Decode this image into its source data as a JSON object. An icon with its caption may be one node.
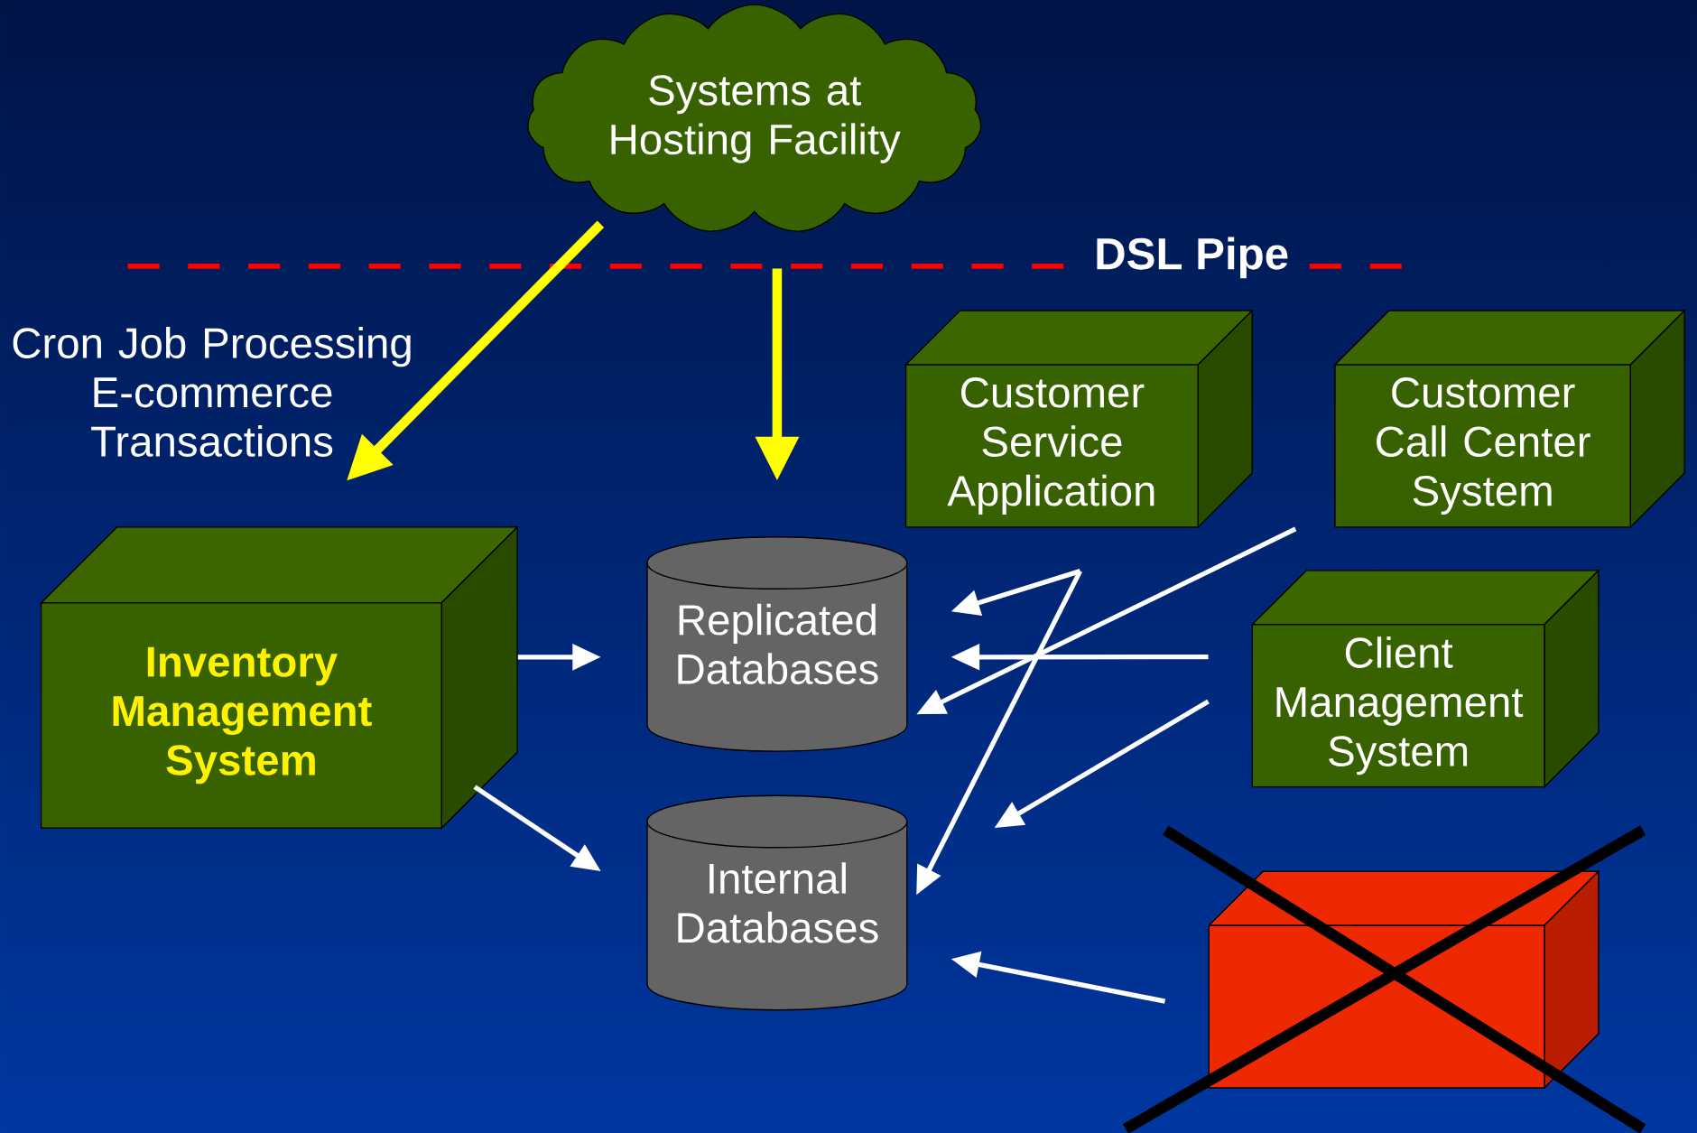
{
  "diagram": {
    "nodes": [
      {
        "text": [
          "Systems at Hosting Facility"
        ]
      },
      {
        "text": [
          "Inventory Management System"
        ]
      },
      {
        "text": [
          "Replicated Databases"
        ]
      },
      {
        "text": [
          "Internal Databases"
        ]
      },
      {
        "text": [
          "Customer Service Application"
        ]
      },
      {
        "text": [
          "Customer Call Center System"
        ]
      },
      {
        "text": [
          "Client Management System"
        ]
      },
      {
        "text": [],
        "shape": "box"
      }
    ],
    "edges": [
      {
        "from": 0,
        "to": 1,
        "arrow": "to",
        "label": "Cron Job Processing E-commerce Transactions",
        "style": "thick",
        "color": "#ffff00"
      },
      {
        "from": 0,
        "to": 2,
        "arrow": "to",
        "style": "thick",
        "color": "#ffff00"
      },
      {
        "from": 1,
        "to": 2,
        "arrow": "to"
      },
      {
        "from": 1,
        "to": 3,
        "arrow": "to"
      },
      {
        "from": 4,
        "to": 2,
        "arrow": "to"
      },
      {
        "from": 4,
        "to": 3,
        "arrow": "to"
      },
      {
        "from": 5,
        "to": 2,
        "arrow": "to"
      },
      {
        "from": 6,
        "to": 2,
        "arrow": "to"
      },
      {
        "from": 6,
        "to": 3,
        "arrow": "to"
      },
      {
        "from": 7,
        "to": 3,
        "arrow": "to"
      }
    ],
    "labels": [
      "DSL Pipe"
    ]
  }
}
